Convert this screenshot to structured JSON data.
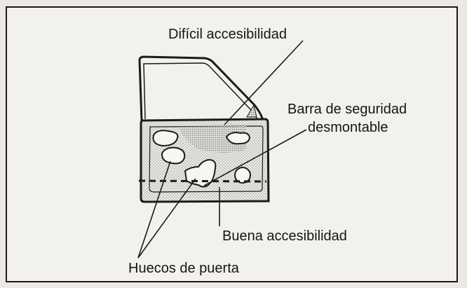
{
  "labels": {
    "top": "Difícil accesibilidad",
    "bar_line1": "Barra de seguridad",
    "bar_line2": "desmontable",
    "good": "Buena accesibilidad",
    "holes": "Huecos de puerta"
  }
}
